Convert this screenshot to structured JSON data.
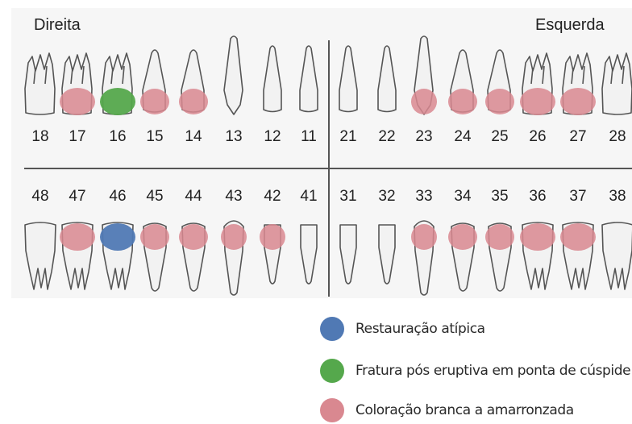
{
  "labels": {
    "right_side": "Direita",
    "left_side": "Esquerda"
  },
  "colors": {
    "blue": "#5079b4",
    "green": "#55a84c",
    "pink": "#d98890",
    "tooth_fill": "#f2f2f2",
    "tooth_stroke": "#555555",
    "divider": "#555555"
  },
  "upper_teeth": [
    {
      "number": "18",
      "type": "molar",
      "mark": null
    },
    {
      "number": "17",
      "type": "molar",
      "mark": "pink"
    },
    {
      "number": "16",
      "type": "molar",
      "mark": "green"
    },
    {
      "number": "15",
      "type": "premolar",
      "mark": "pink"
    },
    {
      "number": "14",
      "type": "premolar",
      "mark": "pink"
    },
    {
      "number": "13",
      "type": "canine",
      "mark": null
    },
    {
      "number": "12",
      "type": "incisor",
      "mark": null
    },
    {
      "number": "11",
      "type": "incisor",
      "mark": null
    },
    {
      "number": "21",
      "type": "incisor",
      "mark": null
    },
    {
      "number": "22",
      "type": "incisor",
      "mark": null
    },
    {
      "number": "23",
      "type": "canine",
      "mark": "pink"
    },
    {
      "number": "24",
      "type": "premolar",
      "mark": "pink"
    },
    {
      "number": "25",
      "type": "premolar",
      "mark": "pink"
    },
    {
      "number": "26",
      "type": "molar",
      "mark": "pink"
    },
    {
      "number": "27",
      "type": "molar",
      "mark": "pink"
    },
    {
      "number": "28",
      "type": "molar",
      "mark": null
    }
  ],
  "lower_teeth": [
    {
      "number": "48",
      "type": "molar",
      "mark": null
    },
    {
      "number": "47",
      "type": "molar",
      "mark": "pink"
    },
    {
      "number": "46",
      "type": "molar",
      "mark": "blue"
    },
    {
      "number": "45",
      "type": "premolar",
      "mark": "pink"
    },
    {
      "number": "44",
      "type": "premolar",
      "mark": "pink"
    },
    {
      "number": "43",
      "type": "canine",
      "mark": "pink"
    },
    {
      "number": "42",
      "type": "incisor",
      "mark": "pink"
    },
    {
      "number": "41",
      "type": "incisor",
      "mark": null
    },
    {
      "number": "31",
      "type": "incisor",
      "mark": null
    },
    {
      "number": "32",
      "type": "incisor",
      "mark": null
    },
    {
      "number": "33",
      "type": "canine",
      "mark": "pink"
    },
    {
      "number": "34",
      "type": "premolar",
      "mark": "pink"
    },
    {
      "number": "35",
      "type": "premolar",
      "mark": "pink"
    },
    {
      "number": "36",
      "type": "molar",
      "mark": "pink"
    },
    {
      "number": "37",
      "type": "molar",
      "mark": "pink"
    },
    {
      "number": "38",
      "type": "molar",
      "mark": null
    }
  ],
  "legend": [
    {
      "color": "#5079b4",
      "label": "Restauração atípica"
    },
    {
      "color": "#55a84c",
      "label": "Fratura pós eruptiva em ponta de cúspide"
    },
    {
      "color": "#d98890",
      "label": "Coloração branca a amarronzada"
    }
  ]
}
